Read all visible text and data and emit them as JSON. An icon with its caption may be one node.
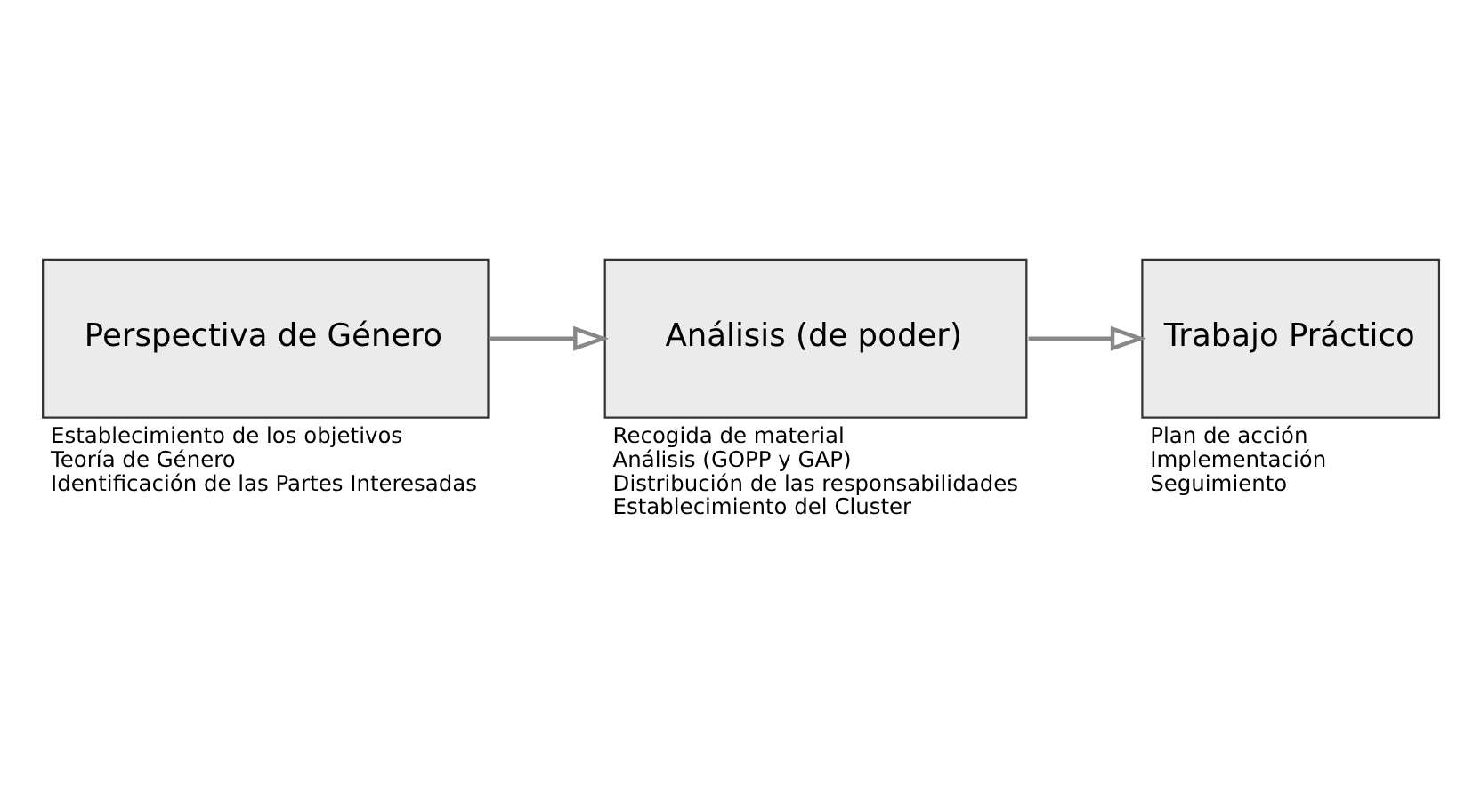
{
  "diagram": {
    "nodes": [
      {
        "text": [
          "Perspectiva de Género"
        ],
        "beside": [
          "Establecimiento de los objetivos",
          "Teoría de Género",
          "Identificación de las Partes Interesadas"
        ]
      },
      {
        "text": [
          "Análisis (de poder)"
        ],
        "beside": [
          "Recogida de material",
          "Análisis (GOPP y GAP)",
          "Distribución de las responsabilidades",
          "Establecimiento del Cluster"
        ]
      },
      {
        "text": [
          "Trabajo Práctico"
        ],
        "beside": [
          "Plan de acción",
          "Implementación",
          "Seguimiento"
        ]
      }
    ],
    "edges": [
      {
        "from": 0,
        "to": 1,
        "arrow": "to"
      },
      {
        "from": 1,
        "to": 2,
        "arrow": "to"
      }
    ]
  }
}
